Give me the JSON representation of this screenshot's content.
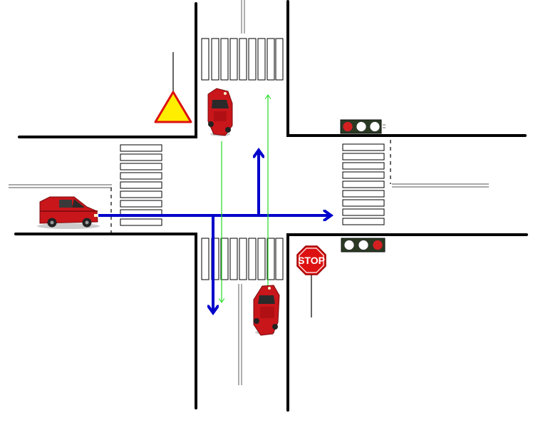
{
  "diagram": {
    "signs": {
      "stop_label": "STOP",
      "yield_icon": "yield-triangle-icon",
      "stop_icon": "stop-octagon-icon"
    },
    "traffic_lights": [
      {
        "name": "traffic-light-east-top",
        "lamps": [
          "red",
          "off",
          "off"
        ]
      },
      {
        "name": "traffic-light-east-bottom",
        "lamps": [
          "off",
          "off",
          "red"
        ]
      }
    ],
    "vehicles": [
      {
        "name": "red-van-west",
        "type": "van",
        "color": "#c8161b",
        "heading": "east"
      },
      {
        "name": "red-car-north",
        "type": "car",
        "color": "#c8161b",
        "heading": "south"
      },
      {
        "name": "red-car-south",
        "type": "car",
        "color": "#c8161b",
        "heading": "north"
      }
    ],
    "colors": {
      "road_edge": "#000000",
      "route_main": "#0000cc",
      "route_other": "#22dd22",
      "sign_red": "#dd1111",
      "yield_yellow": "#ffee00",
      "lamp_red": "#d42020",
      "lamp_off": "#ffffff"
    },
    "routes": [
      {
        "name": "route-van-straight-east",
        "color": "route_main"
      },
      {
        "name": "route-van-left-north",
        "color": "route_main"
      },
      {
        "name": "route-van-right-south",
        "color": "route_main"
      },
      {
        "name": "route-car-south-to-north",
        "color": "route_other"
      },
      {
        "name": "route-car-north-to-south",
        "color": "route_other"
      }
    ]
  }
}
